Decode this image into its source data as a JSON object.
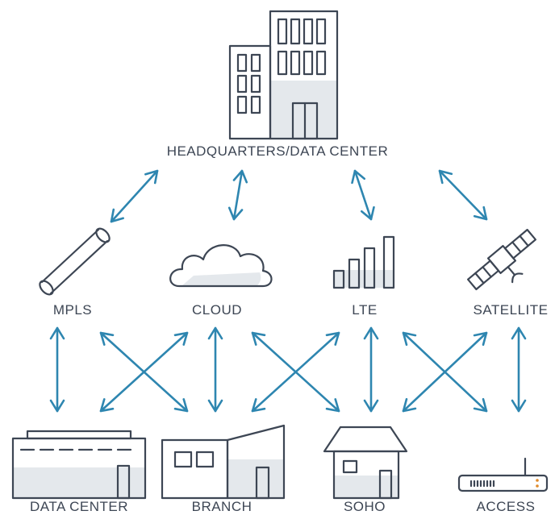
{
  "nodes": {
    "headquarters": "HEADQUARTERS/DATA CENTER",
    "mpls": "MPLS",
    "cloud": "CLOUD",
    "lte": "LTE",
    "satellite": "SATELLITE",
    "data_center": "DATA CENTER",
    "branch": "BRANCH",
    "soho": "SOHO",
    "access": "ACCESS"
  },
  "colors": {
    "arrow": "#2e86b0",
    "icon_stroke": "#3d4654",
    "label": "#3d4654",
    "shade": "#d9dee4",
    "indicator": "#e08a2a"
  },
  "edges": [
    [
      "headquarters",
      "mpls"
    ],
    [
      "headquarters",
      "cloud"
    ],
    [
      "headquarters",
      "lte"
    ],
    [
      "headquarters",
      "satellite"
    ],
    [
      "mpls",
      "data_center"
    ],
    [
      "mpls",
      "branch"
    ],
    [
      "cloud",
      "data_center"
    ],
    [
      "cloud",
      "branch"
    ],
    [
      "cloud",
      "soho"
    ],
    [
      "lte",
      "branch"
    ],
    [
      "lte",
      "soho"
    ],
    [
      "lte",
      "access"
    ],
    [
      "satellite",
      "soho"
    ],
    [
      "satellite",
      "access"
    ]
  ]
}
